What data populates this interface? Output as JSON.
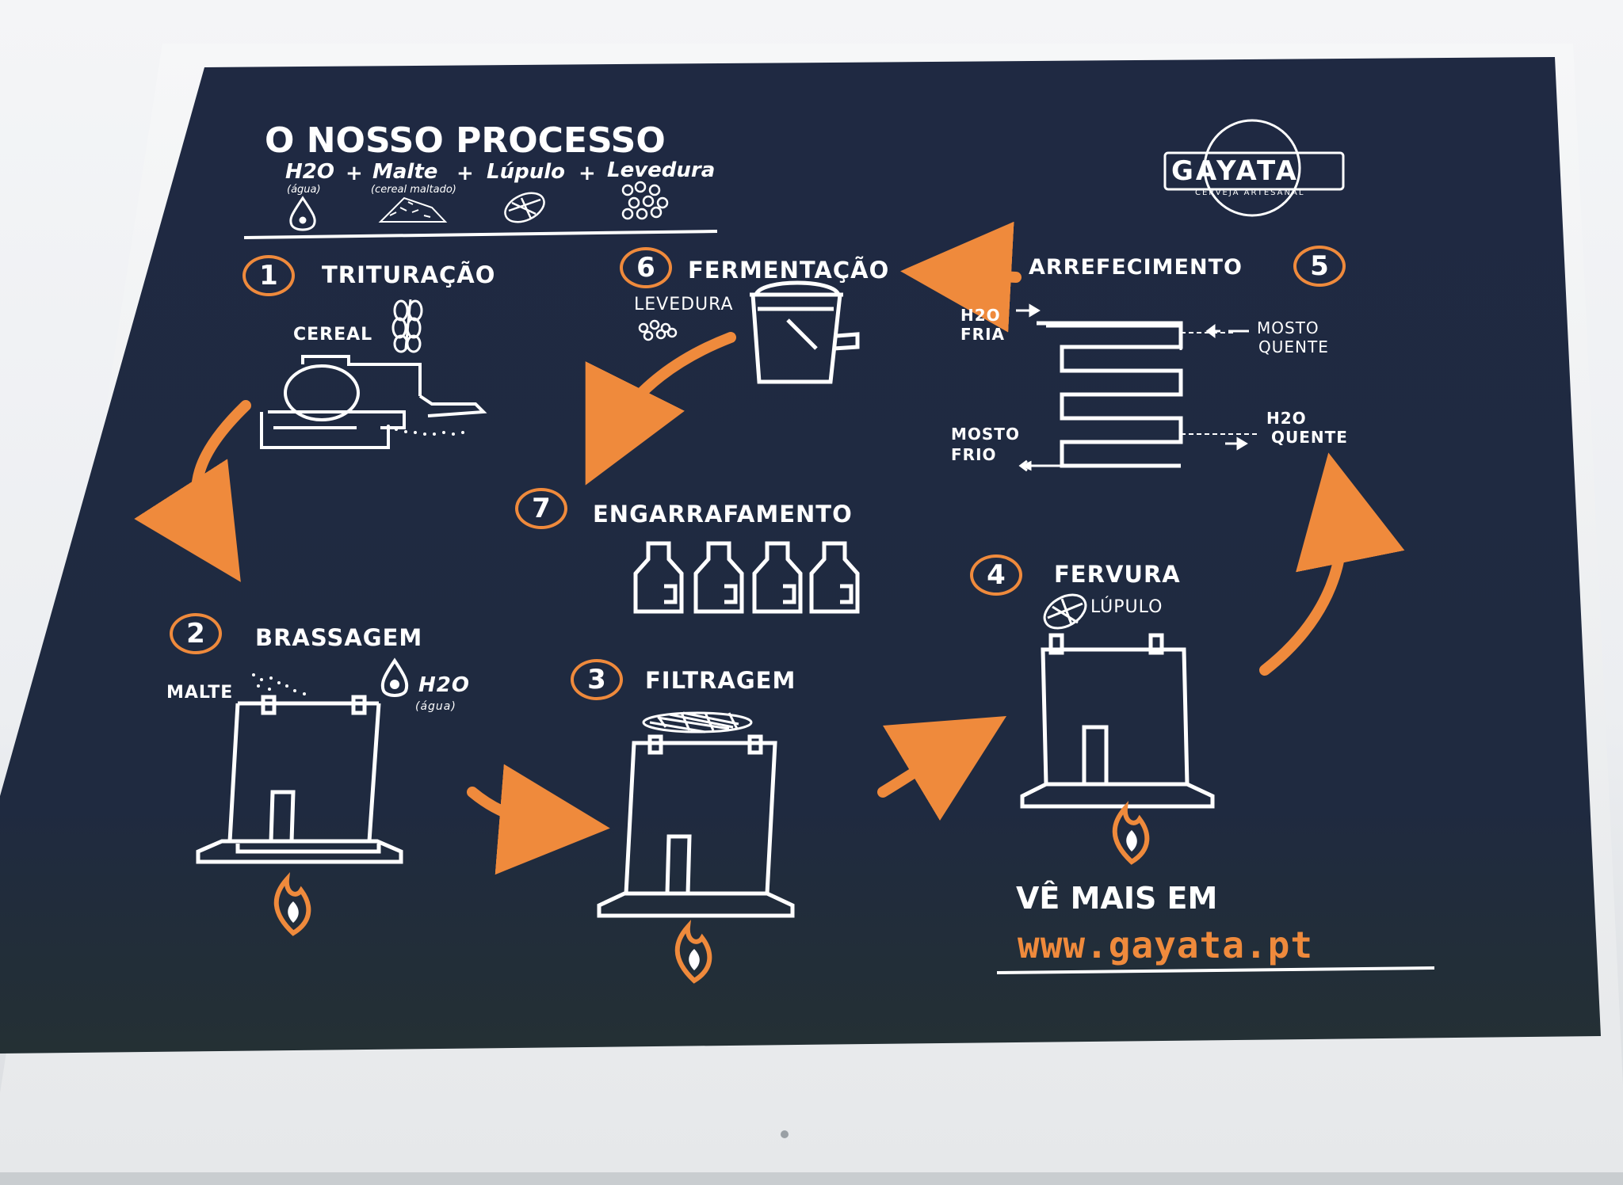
{
  "title": "O NOSSO PROCESSO",
  "ingredients": {
    "water": "H2O",
    "water_note": "(água)",
    "plus": "+",
    "malt": "Malte",
    "malt_note": "(cereal maltado)",
    "hops": "Lúpulo",
    "yeast": "Levedura"
  },
  "logo": {
    "name": "GAYATA",
    "tagline": "CERVEJA ARTESANAL"
  },
  "steps": {
    "s1": {
      "number": "1",
      "label": "TRITURAÇÃO",
      "detail": "CEREAL"
    },
    "s2": {
      "number": "2",
      "label": "BRASSAGEM",
      "detail_malt": "MALTE",
      "detail_water": "H2O",
      "detail_water_note": "(água)"
    },
    "s3": {
      "number": "3",
      "label": "FILTRAGEM"
    },
    "s4": {
      "number": "4",
      "label": "FERVURA",
      "detail": "LÚPULO"
    },
    "s5": {
      "number": "5",
      "label": "ARREFECIMENTO",
      "cold_water": [
        "H2O",
        "FRIA"
      ],
      "hot_wort": [
        "MOSTO",
        "QUENTE"
      ],
      "cold_wort": [
        "MOSTO",
        "FRIO"
      ],
      "hot_water": [
        "H2O",
        "QUENTE"
      ]
    },
    "s6": {
      "number": "6",
      "label": "FERMENTAÇÃO",
      "detail": "LEVEDURA"
    },
    "s7": {
      "number": "7",
      "label": "ENGARRAFAMENTO"
    }
  },
  "footer": {
    "see_more": "VÊ MAIS EM",
    "url": "www.gayata.pt"
  },
  "colors": {
    "board": "#1e2840",
    "accent": "#ef8a3c",
    "chalk": "#ffffff",
    "frame": "#f2f3f5"
  },
  "icons": [
    "water-drop-icon",
    "malt-pile-icon",
    "hop-icon",
    "yeast-icon",
    "wheat-icon",
    "mill-icon",
    "kettle-icon",
    "flame-icon",
    "fermenter-bucket-icon",
    "cooling-coil-icon",
    "bottle-icon",
    "sieve-icon"
  ]
}
